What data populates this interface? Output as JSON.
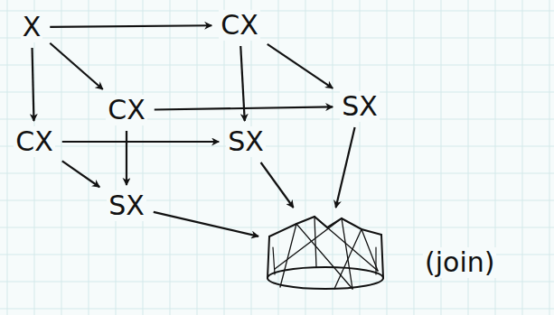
{
  "diagram": {
    "nodes": [
      {
        "text": [
          "X"
        ]
      },
      {
        "text": [
          "CX"
        ]
      },
      {
        "text": [
          "CX"
        ]
      },
      {
        "text": [
          "CX"
        ]
      },
      {
        "text": [
          "SX"
        ]
      },
      {
        "text": [
          "SX"
        ]
      },
      {
        "text": [
          "SX"
        ]
      },
      {
        "text": [
          "(join)"
        ]
      }
    ],
    "edges": [
      {
        "from": 0,
        "to": 1,
        "arrow": "to"
      },
      {
        "from": 0,
        "to": 2,
        "arrow": "to"
      },
      {
        "from": 0,
        "to": 3,
        "arrow": "to"
      },
      {
        "from": 1,
        "to": 5,
        "arrow": "to"
      },
      {
        "from": 1,
        "to": 4,
        "arrow": "to"
      },
      {
        "from": 3,
        "to": 4,
        "arrow": "to"
      },
      {
        "from": 3,
        "to": 6,
        "arrow": "to"
      },
      {
        "from": 2,
        "to": 5,
        "arrow": "to"
      },
      {
        "from": 2,
        "to": 6,
        "arrow": "to"
      },
      {
        "from": 4,
        "to": 7,
        "arrow": "to"
      },
      {
        "from": 5,
        "to": 7,
        "arrow": "to"
      },
      {
        "from": 6,
        "to": 7,
        "arrow": "to"
      }
    ]
  }
}
